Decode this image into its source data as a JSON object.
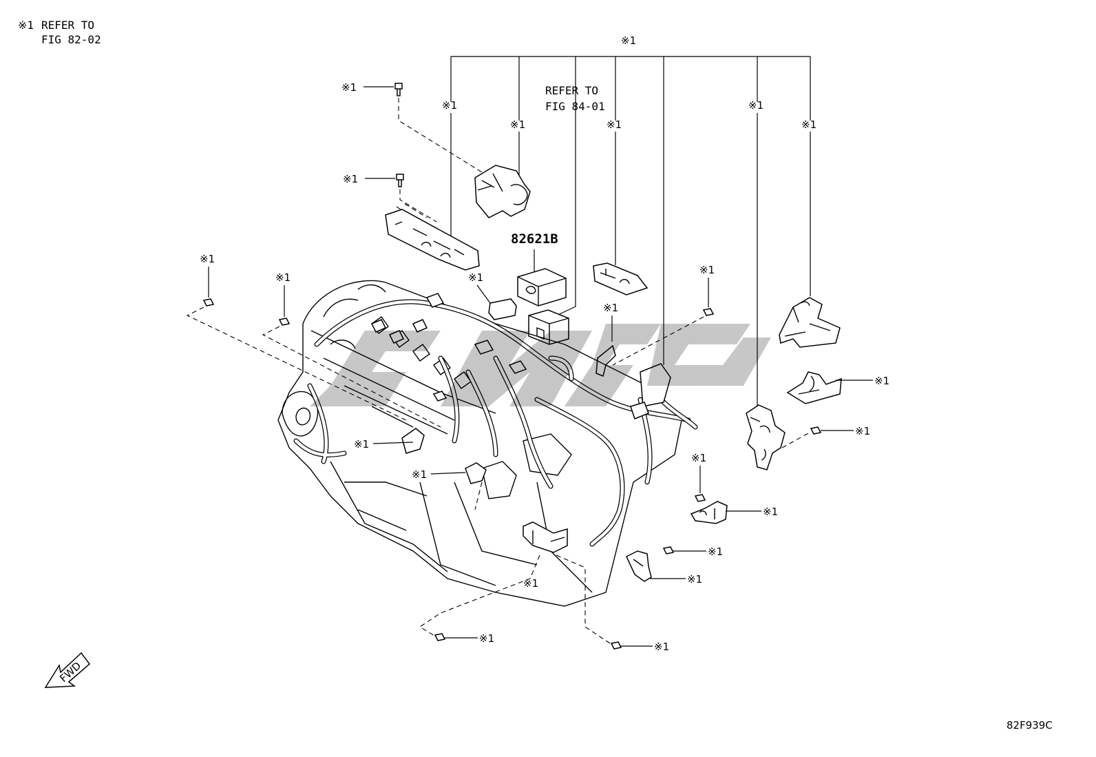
{
  "note": {
    "mark": "※1",
    "line1": "REFER TO",
    "line2": "FIG 82-02"
  },
  "refer": {
    "line1": "REFER TO",
    "line2": "FIG 84-01"
  },
  "mark_label": "※1",
  "part_number": "82621B",
  "figure_code": "82F939C",
  "fwd_label": "FWD"
}
